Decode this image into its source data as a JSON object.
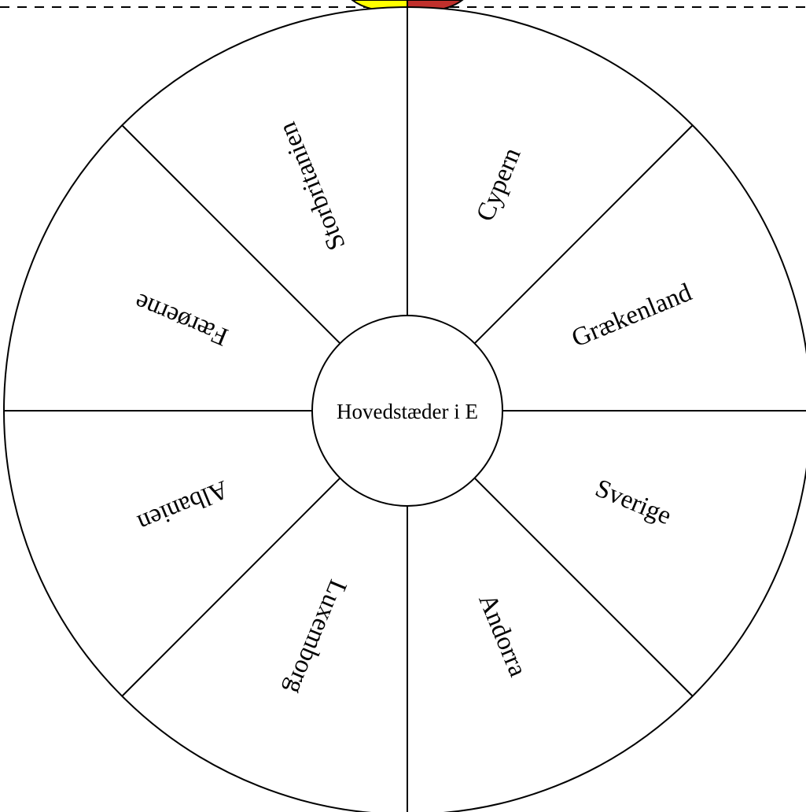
{
  "wheel": {
    "center_title": "Hovedstæder i E",
    "sectors": [
      {
        "label": "Cypern"
      },
      {
        "label": "Grækenland"
      },
      {
        "label": "Sverige"
      },
      {
        "label": "Andorra"
      },
      {
        "label": "Luxemborg"
      },
      {
        "label": "Albanien"
      },
      {
        "label": "Færøerne"
      },
      {
        "label": "Storbritanien"
      }
    ],
    "colors": {
      "line": "#000000",
      "background": "#ffffff",
      "pointer_left": "#ffff00",
      "pointer_right": "#c0302c"
    }
  }
}
